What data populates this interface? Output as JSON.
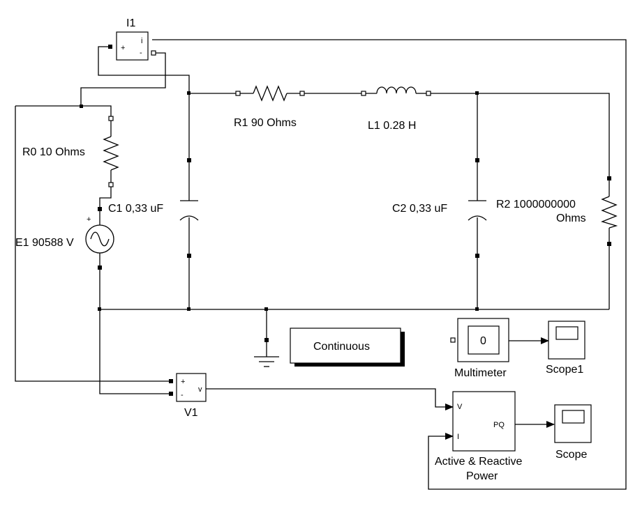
{
  "blocks": {
    "current_meter": {
      "label": "I1",
      "plus": "+",
      "minus": "-",
      "out": "i"
    },
    "voltage_meter": {
      "label": "V1",
      "plus": "+",
      "minus": "-",
      "out": "v"
    },
    "r0": {
      "label": "R0 10 Ohms"
    },
    "e1": {
      "label": "E1 90588 V"
    },
    "c1": {
      "label": "C1 0,33 uF"
    },
    "r1": {
      "label": "R1 90 Ohms"
    },
    "l1": {
      "label": "L1 0.28 H"
    },
    "c2": {
      "label": "C2 0,33 uF"
    },
    "r2": {
      "label_line1": "R2 1000000000",
      "label_line2": "Ohms"
    },
    "continuous": {
      "label": "Continuous"
    },
    "multimeter": {
      "label": "Multimeter",
      "display": "0"
    },
    "scope1": {
      "label": "Scope1"
    },
    "scope": {
      "label": "Scope"
    },
    "power": {
      "label_line1": "Active & Reactive",
      "label_line2": "Power",
      "in_v": "V",
      "in_i": "I",
      "out": "PQ"
    }
  }
}
